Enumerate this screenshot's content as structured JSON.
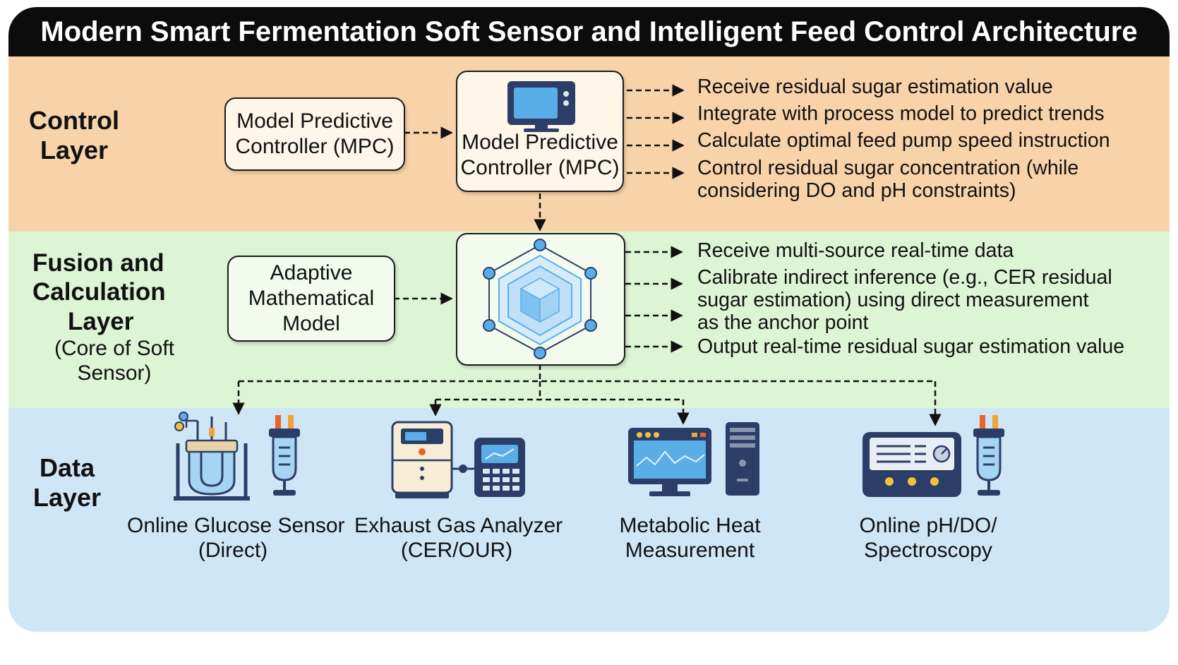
{
  "title": "Modern Smart Fermentation Soft Sensor and Intelligent Feed Control Architecture",
  "control_layer": {
    "label_lines": [
      "Control",
      "Layer"
    ],
    "left_box_lines": [
      "Model Predictive",
      "Controller (MPC)"
    ],
    "center_box_lines": [
      "Model Predictive",
      "Controller (MPC)"
    ],
    "outputs": [
      [
        "Receive residual sugar estimation value"
      ],
      [
        "Integrate with process model to predict trends"
      ],
      [
        "Calculate optimal feed pump speed instruction"
      ],
      [
        "Control residual sugar concentration (while",
        "considering DO and pH constraints)"
      ]
    ]
  },
  "fusion_layer": {
    "label_lines": [
      "Fusion and",
      "Calculation",
      "Layer"
    ],
    "sublabel": "(Core of Soft Sensor)",
    "left_box_lines": [
      "Adaptive",
      "Mathematical",
      "Model"
    ],
    "outputs": [
      [
        "Receive multi-source real-time data"
      ],
      [
        "Calibrate indirect inference (e.g., CER residual",
        "sugar estimation) using direct measurement",
        "as the anchor point"
      ],
      [
        "Output real-time residual sugar estimation value"
      ]
    ]
  },
  "data_layer": {
    "label_lines": [
      "Data",
      "Layer"
    ],
    "devices": [
      {
        "label_lines": [
          "Online Glucose Sensor",
          "(Direct)"
        ]
      },
      {
        "label_lines": [
          "Exhaust Gas Analyzer",
          "(CER/OUR)"
        ]
      },
      {
        "label_lines": [
          "Metabolic Heat",
          "Measurement"
        ]
      },
      {
        "label_lines": [
          "Online pH/DO/",
          "Spectroscopy"
        ]
      }
    ]
  },
  "colors": {
    "control_band": "#f8d3a9",
    "fusion_band": "#dcf5d4",
    "data_band": "#cfe6f7",
    "title_bar": "#0c0c0c",
    "icon_navy": "#2c3e67",
    "icon_blue": "#5aaee8"
  }
}
